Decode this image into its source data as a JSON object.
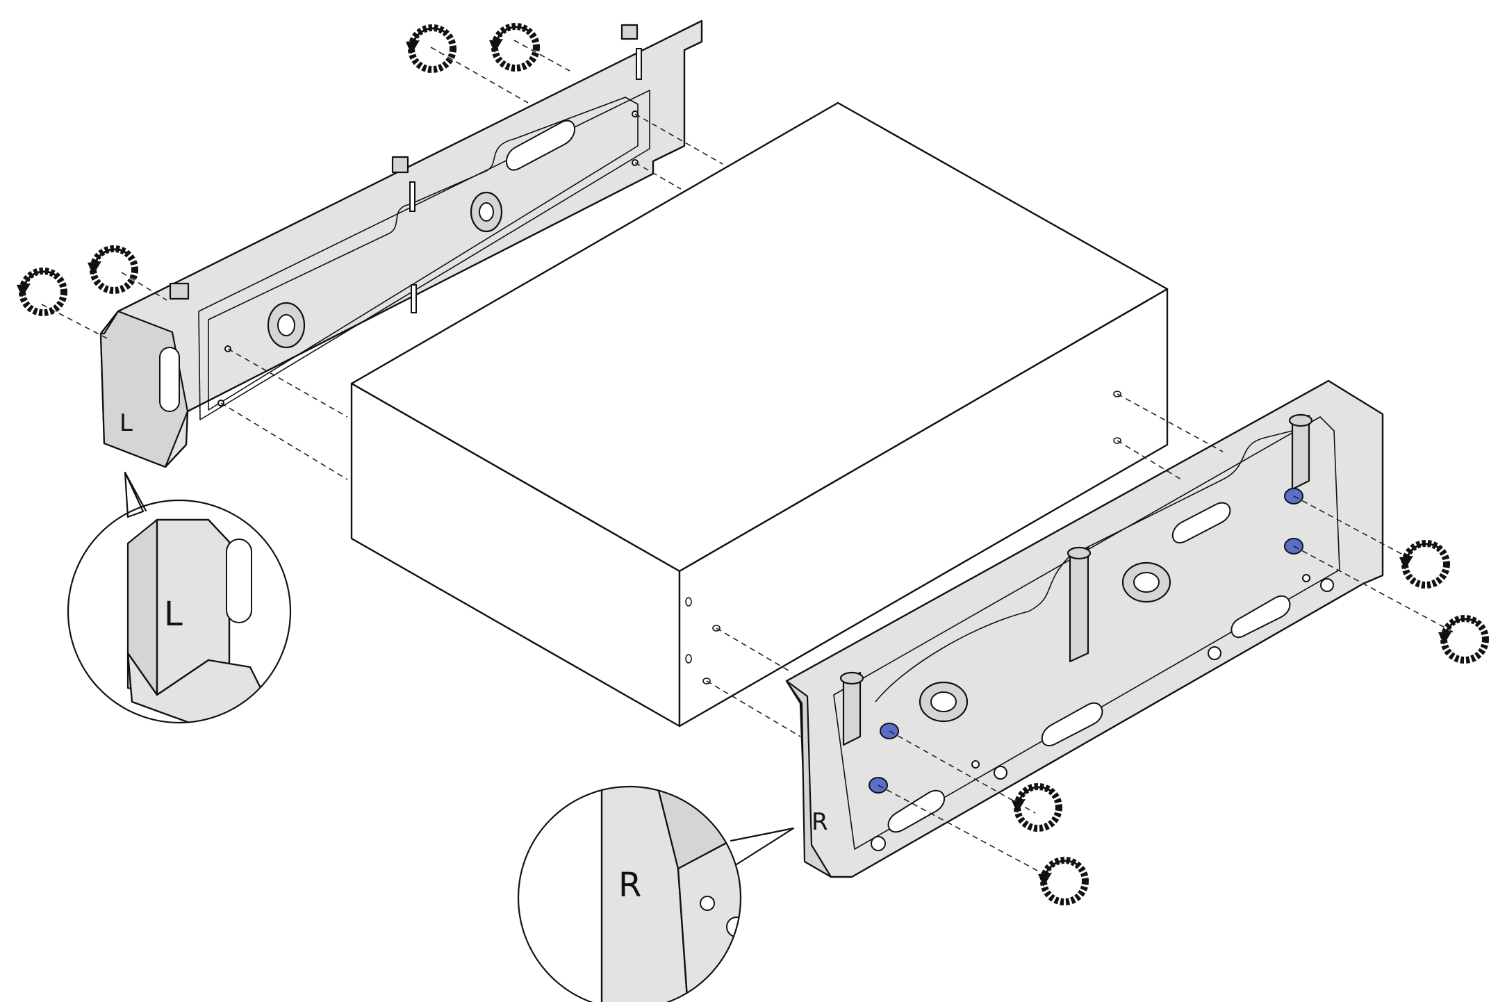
{
  "figure": {
    "left_bracket_label": "L",
    "right_bracket_label": "R",
    "left_callout_label": "L",
    "right_callout_label": "R",
    "colors": {
      "bracket_fill": "#e3e3e3",
      "screw_blue": "#5a6fc8",
      "outline": "#111111",
      "background": "#ffffff"
    },
    "icons": [
      "rotate-counterclockwise-icon",
      "screw-icon"
    ]
  }
}
